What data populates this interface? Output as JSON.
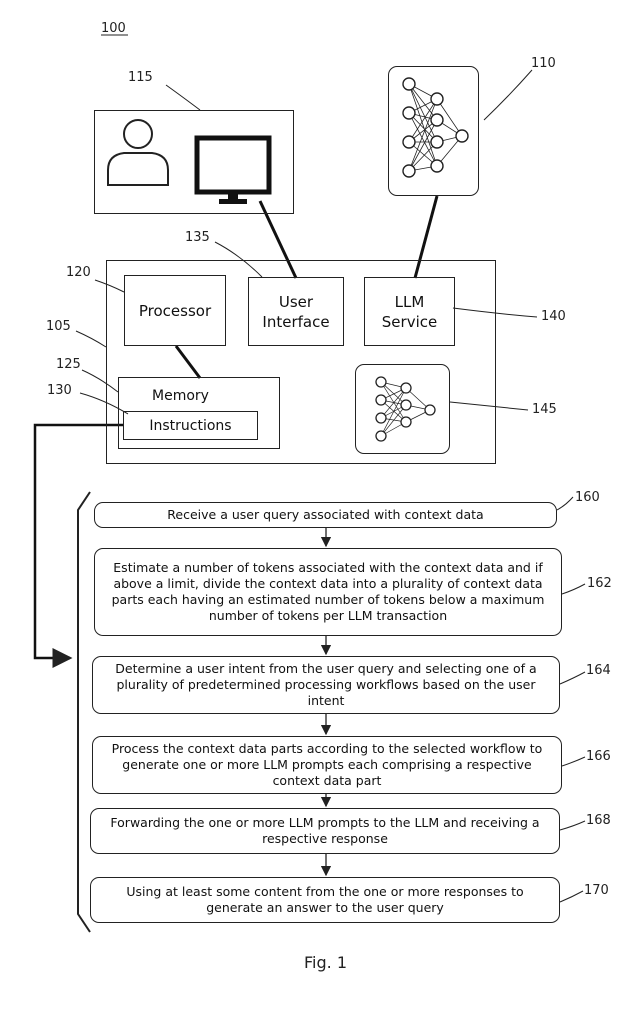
{
  "figure": {
    "number": "100",
    "caption": "Fig. 1"
  },
  "refs": {
    "r105": "105",
    "r110": "110",
    "r115": "115",
    "r120": "120",
    "r125": "125",
    "r130": "130",
    "r135": "135",
    "r140": "140",
    "r145": "145",
    "r160": "160",
    "r162": "162",
    "r164": "164",
    "r166": "166",
    "r168": "168",
    "r170": "170"
  },
  "components": {
    "processor": "Processor",
    "user_interface_1": "User",
    "user_interface_2": "Interface",
    "llm_service_1": "LLM",
    "llm_service_2": "Service",
    "memory": "Memory",
    "instructions": "Instructions"
  },
  "steps": [
    "Receive a user query associated with context data",
    "Estimate a number of tokens associated with the context data and if above a limit, divide the context data into a plurality of context data parts each having an estimated number of tokens below a maximum number of tokens per LLM transaction",
    "Determine a user intent from the user query and selecting one of a plurality of predetermined processing workflows based on the user intent",
    "Process the context data parts according to the selected workflow to generate one or more LLM prompts each comprising a respective context data part",
    "Forwarding the one or more LLM prompts to the LLM and receiving a respective response",
    "Using at least some content from the one or more responses to generate an answer to the user query"
  ],
  "icons": [
    "user-icon",
    "monitor-icon",
    "neural-network-icon"
  ]
}
